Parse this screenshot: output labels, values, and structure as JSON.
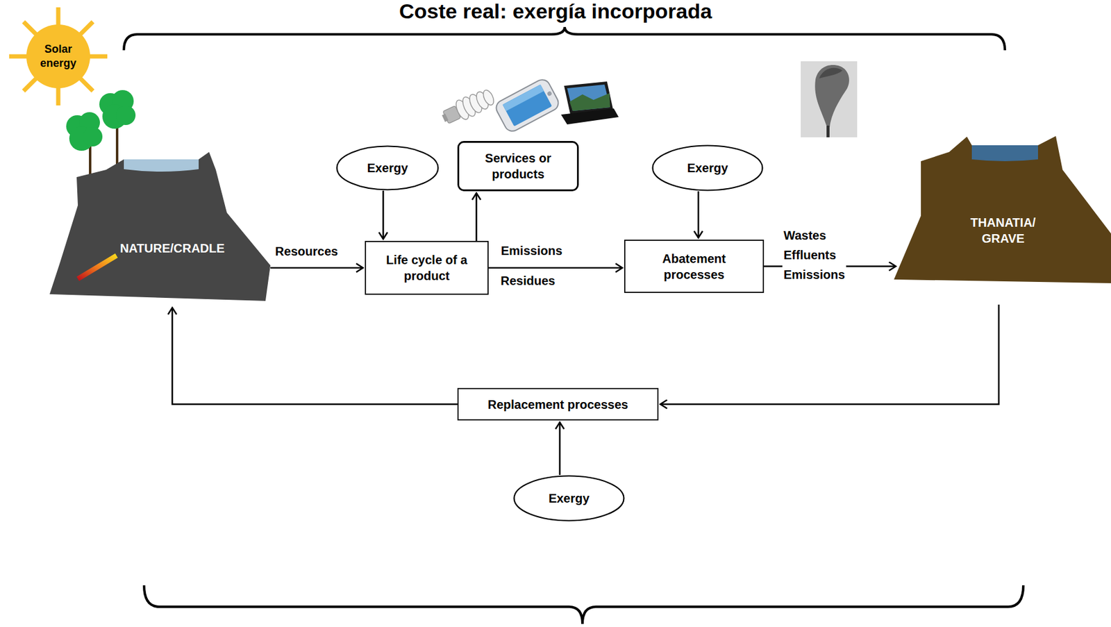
{
  "diagram": {
    "title": "Coste real: exergía incorporada",
    "nodes": [
      {
        "text": [
          "Solar energy"
        ]
      },
      {
        "text": [
          "NATURE/CRADLE"
        ]
      },
      {
        "text": [
          "Exergy"
        ]
      },
      {
        "text": [
          "Services or products"
        ]
      },
      {
        "text": [
          "Exergy"
        ]
      },
      {
        "text": [
          "Life cycle of a product"
        ]
      },
      {
        "text": [
          "Abatement processes"
        ]
      },
      {
        "text": [
          "THANATIA/ GRAVE"
        ]
      },
      {
        "text": [
          "Replacement processes"
        ]
      },
      {
        "text": [
          "Exergy"
        ]
      }
    ],
    "edges": [
      {
        "from": 1,
        "to": 5,
        "label": "Resources",
        "arrow": "to"
      },
      {
        "from": 2,
        "to": 5,
        "arrow": "to"
      },
      {
        "from": 5,
        "to": 3,
        "arrow": "to"
      },
      {
        "from": 5,
        "to": 6,
        "label": "Emissions",
        "arrow": "to"
      },
      {
        "from": 4,
        "to": 6,
        "arrow": "to"
      },
      {
        "from": 6,
        "to": 7,
        "label": "Wastes Effluents Emissions",
        "arrow": "to"
      },
      {
        "from": 7,
        "to": 8,
        "arrow": "to"
      },
      {
        "from": 8,
        "to": 1,
        "arrow": "to"
      },
      {
        "from": 9,
        "to": 8,
        "arrow": "to"
      }
    ],
    "labels": [
      "Residues"
    ]
  }
}
